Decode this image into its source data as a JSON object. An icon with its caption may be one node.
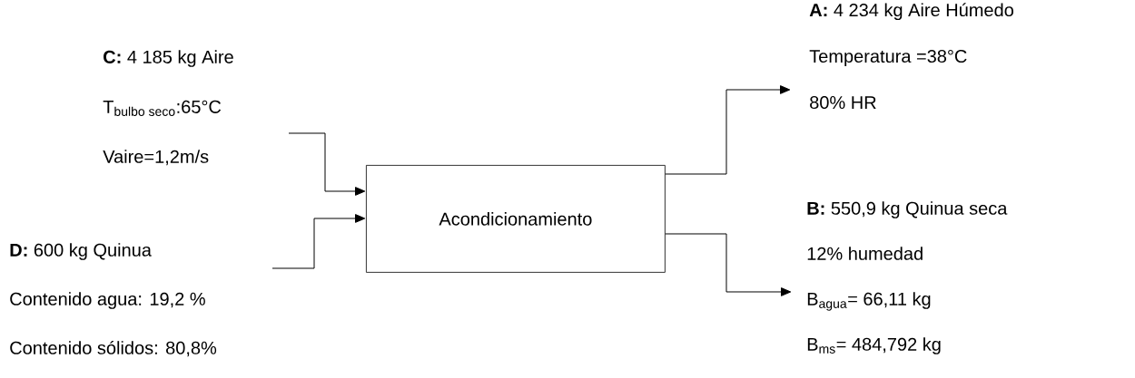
{
  "diagram": {
    "nodes": [
      {
        "text": [
          "Acondicionamiento"
        ]
      },
      {
        "text": [
          "**C:** 4 185 kg Aire",
          "\\text{T}_{\\text{bulbo seco}}\\text{:65°C}",
          "Vaire=1,2m/s"
        ]
      },
      {
        "text": [
          "**D:** 600 kg  Quinua",
          "Contenido agua: 19,2 %",
          "Contenido sólidos: 80,8%"
        ]
      },
      {
        "text": [
          "**A:** 4 234 kg Aire Húmedo",
          "Temperatura =38°C",
          "80% HR"
        ]
      },
      {
        "text": [
          "**B:** 550,9  kg Quinua seca",
          "12% humedad",
          "\\text{B}_{\\text{agua}}\\text{= 66,11 kg}",
          "\\text{B}_{\\text{ms}}\\text{= 484,792 kg}"
        ]
      }
    ],
    "edges": [
      {
        "from": 1,
        "to": 0,
        "arrow": "to"
      },
      {
        "from": 2,
        "to": 0,
        "arrow": "to"
      },
      {
        "from": 0,
        "to": 3,
        "arrow": "to"
      },
      {
        "from": 0,
        "to": 4,
        "arrow": "to"
      }
    ]
  }
}
